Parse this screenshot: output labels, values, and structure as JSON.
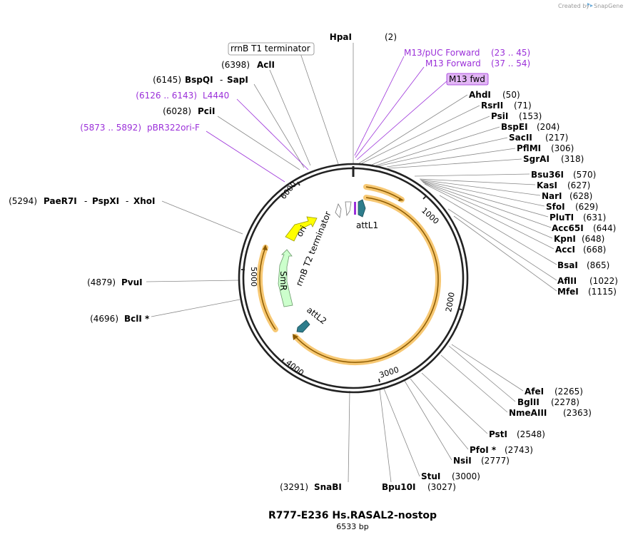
{
  "credit": {
    "prefix": "Created by",
    "brand": "SnapGene"
  },
  "title": "R777-E236 Hs.RASAL2-nostop",
  "length_label": "6533 bp",
  "ticks": [
    "1000",
    "2000",
    "3000",
    "4000",
    "5000",
    "6000"
  ],
  "terminator_box": "rrnB T1 terminator",
  "primer_box": "M13 fwd",
  "features": {
    "ori": "ori",
    "smr": "SmR",
    "rrnb_t2": "rrnB T2 terminator",
    "attl1": "attL1",
    "attl2": "attL2"
  },
  "primers": {
    "m13_puc": {
      "name": "M13/pUC Forward",
      "pos": "(23 .. 45)"
    },
    "m13_fwd": {
      "name": "M13 Forward",
      "pos": "(37 .. 54)"
    },
    "l4440": {
      "name": "L4440",
      "pos": "(6126 .. 6143)"
    },
    "pbr322": {
      "name": "pBR322ori-F",
      "pos": "(5873 .. 5892)"
    }
  },
  "sites": {
    "hpai": {
      "name": "HpaI",
      "pos": "(2)"
    },
    "acli": {
      "name": "AclI",
      "pos": "(6398)"
    },
    "bspqi": {
      "name": "BspQI",
      "sep": "-",
      "name2": "SapI",
      "pos": "(6145)"
    },
    "pcii": {
      "name": "PciI",
      "pos": "(6028)"
    },
    "paer7i": {
      "name": "PaeR7I",
      "sep": "-",
      "name2": "PspXI",
      "sep2": "-",
      "name3": "XhoI",
      "pos": "(5294)"
    },
    "pvui": {
      "name": "PvuI",
      "pos": "(4879)"
    },
    "bcli": {
      "name": "BclI *",
      "pos": "(4696)"
    },
    "ahdi": {
      "name": "AhdI",
      "pos": "(50)"
    },
    "rsrii": {
      "name": "RsrII",
      "pos": "(71)"
    },
    "psii": {
      "name": "PsiI",
      "pos": "(153)"
    },
    "bspei": {
      "name": "BspEI",
      "pos": "(204)"
    },
    "sacii": {
      "name": "SacII",
      "pos": "(217)"
    },
    "pflmi": {
      "name": "PflMI",
      "pos": "(306)"
    },
    "sgrai": {
      "name": "SgrAI",
      "pos": "(318)"
    },
    "bsu36i": {
      "name": "Bsu36I",
      "pos": "(570)"
    },
    "kasi": {
      "name": "KasI",
      "pos": "(627)"
    },
    "nari": {
      "name": "NarI",
      "pos": "(628)"
    },
    "sfoi": {
      "name": "SfoI",
      "pos": "(629)"
    },
    "pluti": {
      "name": "PluTI",
      "pos": "(631)"
    },
    "acc65i": {
      "name": "Acc65I",
      "pos": "(644)"
    },
    "kpni": {
      "name": "KpnI",
      "pos": "(648)"
    },
    "acci": {
      "name": "AccI",
      "pos": "(668)"
    },
    "bsai": {
      "name": "BsaI",
      "pos": "(865)"
    },
    "aflii": {
      "name": "AflII",
      "pos": "(1022)"
    },
    "mfei": {
      "name": "MfeI",
      "pos": "(1115)"
    },
    "afei": {
      "name": "AfeI",
      "pos": "(2265)"
    },
    "bglii": {
      "name": "BglII",
      "pos": "(2278)"
    },
    "nmeaiii": {
      "name": "NmeAIII",
      "pos": "(2363)"
    },
    "psti": {
      "name": "PstI",
      "pos": "(2548)"
    },
    "pfoi": {
      "name": "PfoI *",
      "pos": "(2743)"
    },
    "nsii": {
      "name": "NsiI",
      "pos": "(2777)"
    },
    "stui": {
      "name": "StuI",
      "pos": "(3000)"
    },
    "bpu10i": {
      "name": "Bpu10I",
      "pos": "(3027)"
    },
    "snabi": {
      "name": "SnaBI",
      "pos": "(3291)"
    }
  },
  "colors": {
    "backbone": "#222222",
    "ori": "#ffff00",
    "smr": "#ccffcc",
    "attl": "#2e7d8c",
    "orf_glow": "#f7c873",
    "orf_line": "#8b5a00",
    "primer": "#9b30d9",
    "primer_box_fill": "#e2b6f5"
  },
  "icons": [
    "snapgene-logo-icon"
  ]
}
